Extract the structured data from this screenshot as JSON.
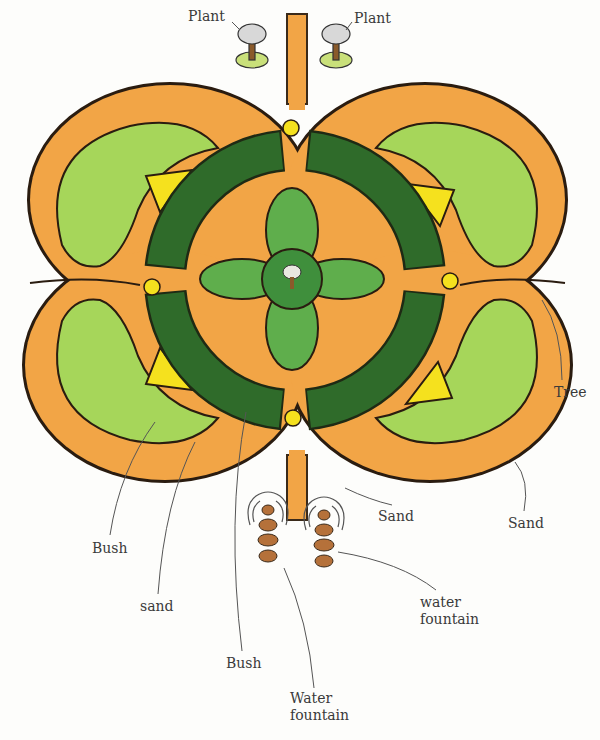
{
  "diagram": {
    "labels": [
      "Plant",
      "Plant",
      "Tree",
      "Sand",
      "Sand",
      "Bush",
      "sand",
      "Bush",
      "water fountain",
      "Water fountain"
    ]
  }
}
